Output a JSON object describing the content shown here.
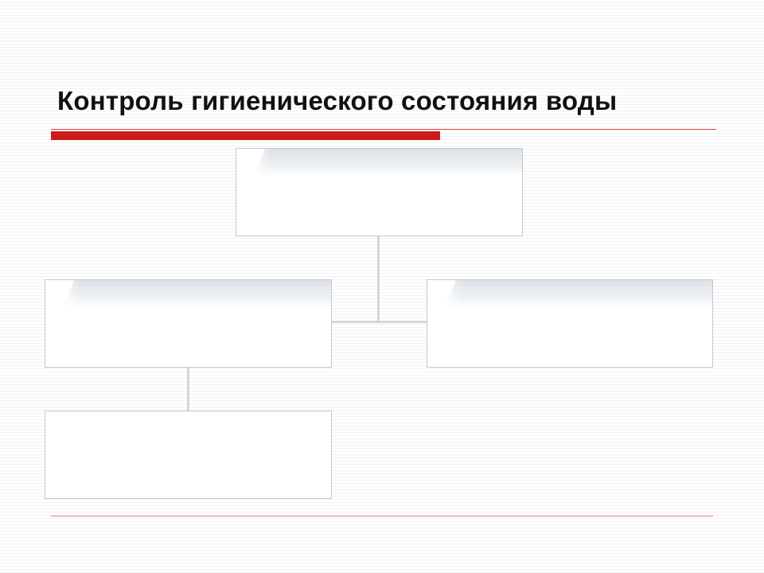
{
  "slide": {
    "title": "Контроль гигиенического состояния воды"
  },
  "diagram": {
    "nodes": [
      {
        "id": "root",
        "text": ""
      },
      {
        "id": "left",
        "text": ""
      },
      {
        "id": "right",
        "text": ""
      },
      {
        "id": "left-child",
        "text": ""
      }
    ],
    "edges": [
      {
        "from": "root",
        "to": "left"
      },
      {
        "from": "root",
        "to": "right"
      },
      {
        "from": "left",
        "to": "left-child"
      }
    ]
  },
  "colors": {
    "accent_red": "#cc1c1c",
    "box_border": "#c4c8cc",
    "connector": "#d4d6d8"
  }
}
